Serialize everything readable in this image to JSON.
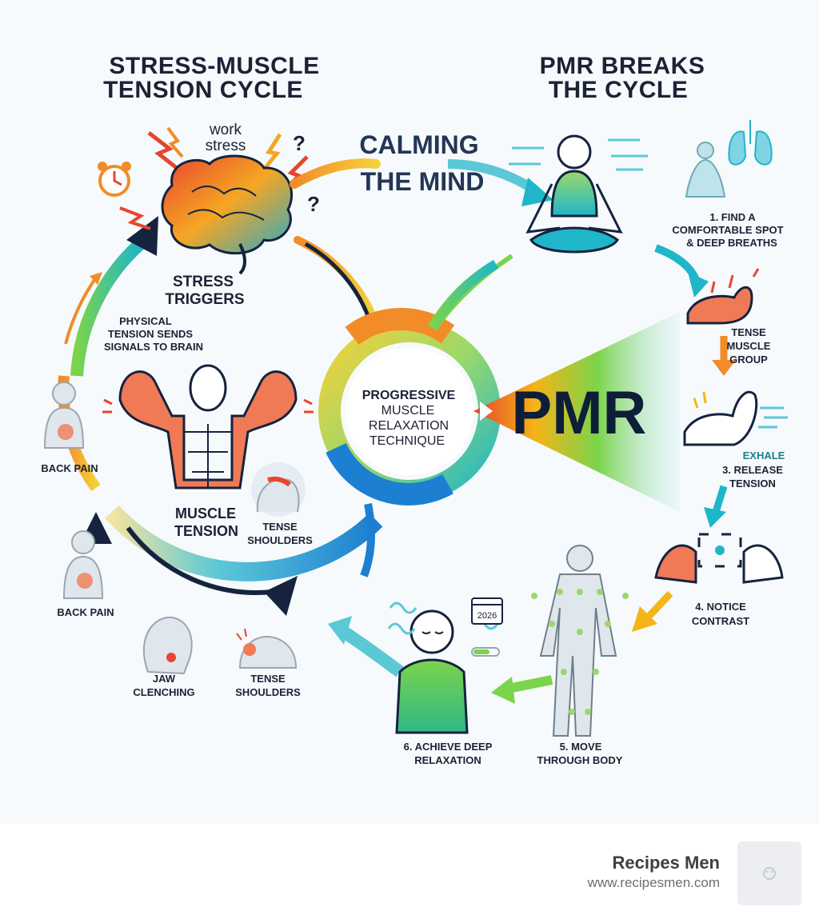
{
  "left_title": [
    "STRESS-MUSCLE",
    "TENSION CYCLE"
  ],
  "right_title": [
    "PMR BREAKS",
    "THE CYCLE"
  ],
  "calming": [
    "CALMING",
    "THE MIND"
  ],
  "work_stress": [
    "work",
    "stress"
  ],
  "question_mark": "?",
  "stress_triggers": [
    "STRESS",
    "TRIGGERS"
  ],
  "physical_tension": [
    "PHYSICAL",
    "TENSION SENDS",
    "SIGNALS TO BRAIN"
  ],
  "muscle_tension": [
    "MUSCLE",
    "TENSION"
  ],
  "tense_shoulders_small": [
    "TENSE",
    "SHOULDERS"
  ],
  "back_pain_1": "BACK PAIN",
  "back_pain_2": "BACK PAIN",
  "jaw_clenching": [
    "JAW",
    "CLENCHING"
  ],
  "tense_shoulders": [
    "TENSE",
    "SHOULDERS"
  ],
  "hub": [
    "PROGRESSIVE",
    "MUSCLE",
    "RELAXATION",
    "TECHNIQUE"
  ],
  "pmr": "PMR",
  "steps": {
    "step1": [
      "1. FIND A",
      "COMFORTABLE SPOT",
      "& DEEP BREATHS"
    ],
    "step2": [
      "TENSE",
      "MUSCLE",
      "GROUP"
    ],
    "exhale": "EXHALE",
    "step3": [
      "3. RELEASE",
      "TENSION"
    ],
    "step4": [
      "4. NOTICE",
      "CONTRAST"
    ],
    "step5": [
      "5. MOVE",
      "THROUGH BODY"
    ],
    "step6": [
      "6. ACHIEVE DEEP",
      "RELAXATION"
    ]
  },
  "calendar_year": "2026",
  "footer": {
    "brand": "Recipes Men",
    "url": "www.recipesmen.com"
  },
  "colors": {
    "navy": "#15233f",
    "teal": "#1fb6c9",
    "green": "#7bd44a",
    "orange": "#f28c28",
    "red": "#e8452f",
    "yellow": "#f5c518"
  },
  "icons": [
    "alarm-clock-icon",
    "brain-icon",
    "lightning-icon",
    "meditation-figure-icon",
    "lungs-icon",
    "flexed-arm-icon",
    "body-figure-icon",
    "calendar-icon",
    "back-pain-figure-icon",
    "jaw-icon",
    "shoulder-icon"
  ]
}
